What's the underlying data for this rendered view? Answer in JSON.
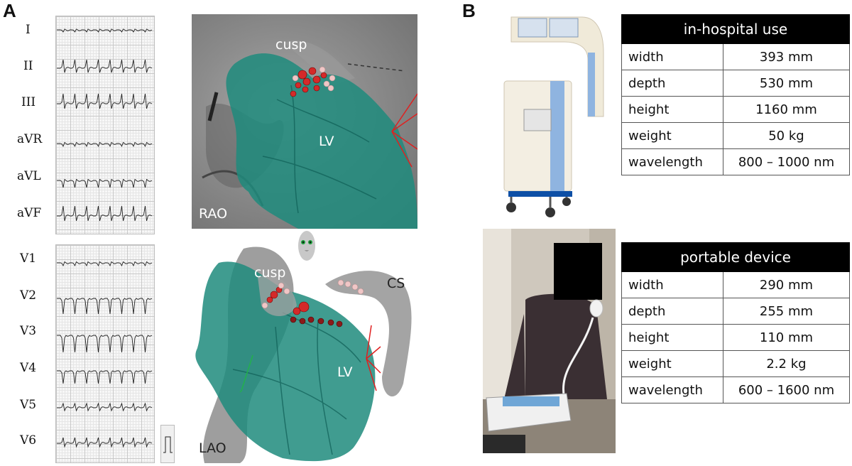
{
  "panel_a": {
    "letter": "A",
    "ecg_leads": [
      "I",
      "II",
      "III",
      "aVR",
      "aVL",
      "aVF",
      "V1",
      "V2",
      "V3",
      "V4",
      "V5",
      "V6"
    ],
    "rao_map": {
      "view_label": "RAO",
      "cusp_label": "cusp",
      "lv_label": "LV"
    },
    "lao_map": {
      "view_label": "LAO",
      "cusp_label": "cusp",
      "lv_label": "LV",
      "cs_label": "CS"
    }
  },
  "panel_b": {
    "letter": "B",
    "in_hospital": {
      "title": "in-hospital use",
      "rows": [
        {
          "label": "width",
          "value": "393 mm"
        },
        {
          "label": "depth",
          "value": "530 mm"
        },
        {
          "label": "height",
          "value": "1160 mm"
        },
        {
          "label": "weight",
          "value": "50 kg"
        },
        {
          "label": "wavelength",
          "value": "800 – 1000 nm"
        }
      ]
    },
    "portable": {
      "title": "portable device",
      "rows": [
        {
          "label": "width",
          "value": "290 mm"
        },
        {
          "label": "depth",
          "value": "255 mm"
        },
        {
          "label": "height",
          "value": "110 mm"
        },
        {
          "label": "weight",
          "value": "2.2 kg"
        },
        {
          "label": "wavelength",
          "value": "600 – 1600 nm"
        }
      ]
    }
  }
}
